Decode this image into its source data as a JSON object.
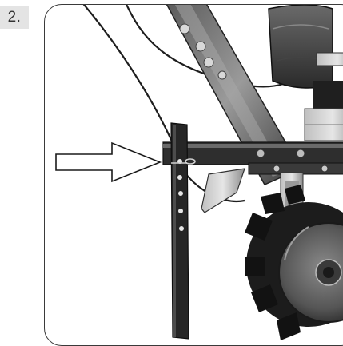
{
  "step": {
    "label": "2."
  },
  "illustration": {
    "subject": "tiller-depth-stake-installation",
    "arrow_direction": "right",
    "arrow_icon": "arrow-right-outline-icon",
    "pin_icon": "hairpin-clip-icon"
  },
  "colors": {
    "badge_bg": "#e4e4e4",
    "badge_text": "#333333",
    "frame_border": "#3a3a3a",
    "metal_dark": "#2b2b2b",
    "metal_mid": "#6e6e6e",
    "metal_light": "#bdbdbd"
  }
}
